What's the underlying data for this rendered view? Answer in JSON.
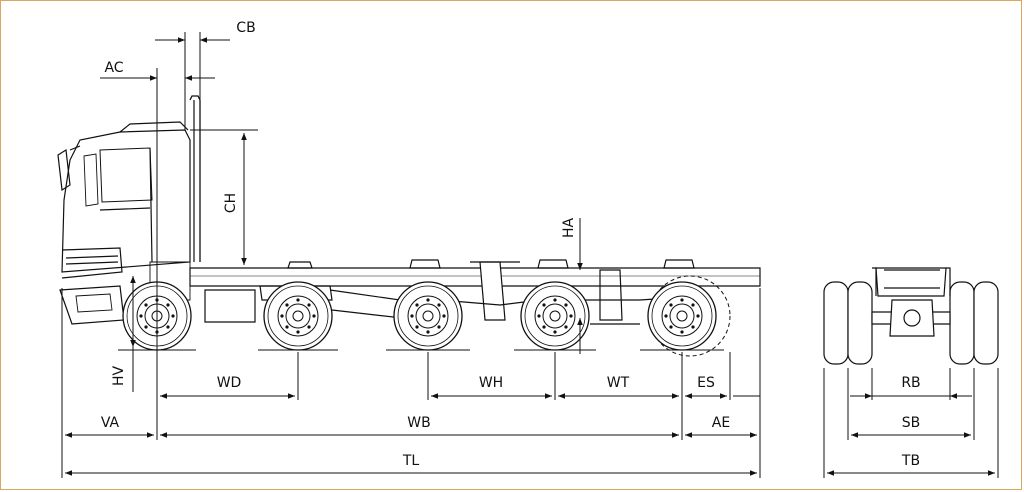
{
  "dimensions": {
    "cb": "CB",
    "ac": "AC",
    "ch": "CH",
    "ha": "HA",
    "hv": "HV",
    "wd": "WD",
    "wh": "WH",
    "wt": "WT",
    "es": "ES",
    "va": "VA",
    "wb": "WB",
    "ae": "AE",
    "tl": "TL",
    "rb": "RB",
    "sb": "SB",
    "tb": "TB"
  }
}
